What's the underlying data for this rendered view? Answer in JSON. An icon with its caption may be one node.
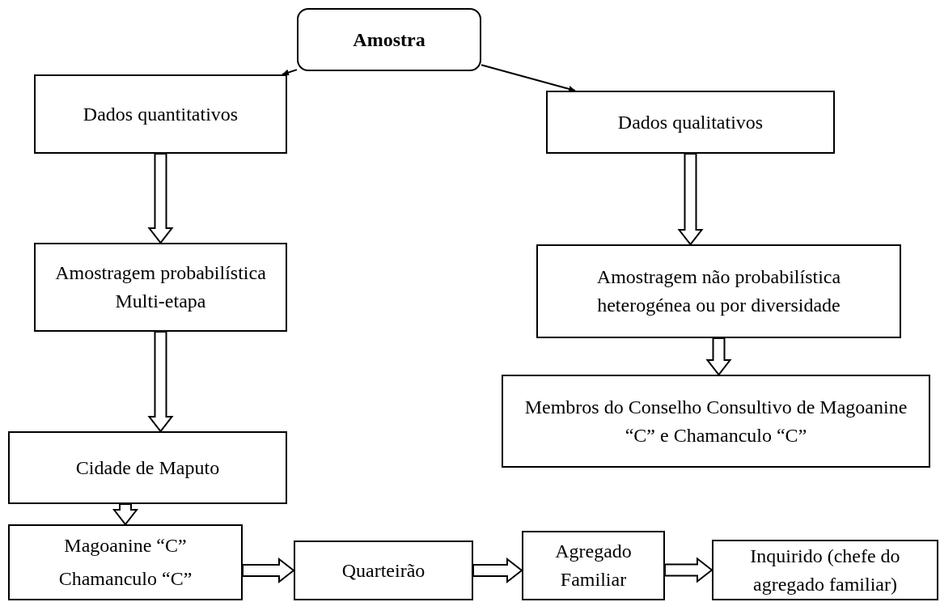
{
  "diagram": {
    "nodes": [
      {
        "text": [
          "Amostra"
        ]
      },
      {
        "text": [
          "Dados quantitativos"
        ]
      },
      {
        "text": [
          "Dados qualitativos"
        ]
      },
      {
        "text": [
          "Amostragem probabilística Multi-etapa"
        ]
      },
      {
        "text": [
          "Amostragem não probabilística heterogénea ou por diversidade"
        ]
      },
      {
        "text": [
          "Cidade de Maputo"
        ]
      },
      {
        "text": [
          "Membros do Conselho Consultivo de Magoanine “C” e Chamanculo “C”"
        ]
      },
      {
        "text": [
          "Magoanine “C”",
          "Chamanculo “C”"
        ]
      },
      {
        "text": [
          "Quarteirão"
        ]
      },
      {
        "text": [
          "Agregado Familiar"
        ]
      },
      {
        "text": [
          "Inquirido (chefe do agregado familiar)"
        ]
      }
    ],
    "edges": [
      {
        "from": 0,
        "to": 1,
        "arrow": "to"
      },
      {
        "from": 0,
        "to": 2,
        "arrow": "to"
      },
      {
        "from": 1,
        "to": 3,
        "arrow": "to",
        "style": "thick"
      },
      {
        "from": 3,
        "to": 5,
        "arrow": "to",
        "style": "thick"
      },
      {
        "from": 5,
        "to": 7,
        "arrow": "to",
        "style": "thick"
      },
      {
        "from": 2,
        "to": 4,
        "arrow": "to",
        "style": "thick"
      },
      {
        "from": 4,
        "to": 6,
        "arrow": "to",
        "style": "thick"
      },
      {
        "from": 7,
        "to": 8,
        "arrow": "to",
        "style": "thick"
      },
      {
        "from": 8,
        "to": 9,
        "arrow": "to",
        "style": "thick"
      },
      {
        "from": 9,
        "to": 10,
        "arrow": "to",
        "style": "thick"
      }
    ]
  }
}
